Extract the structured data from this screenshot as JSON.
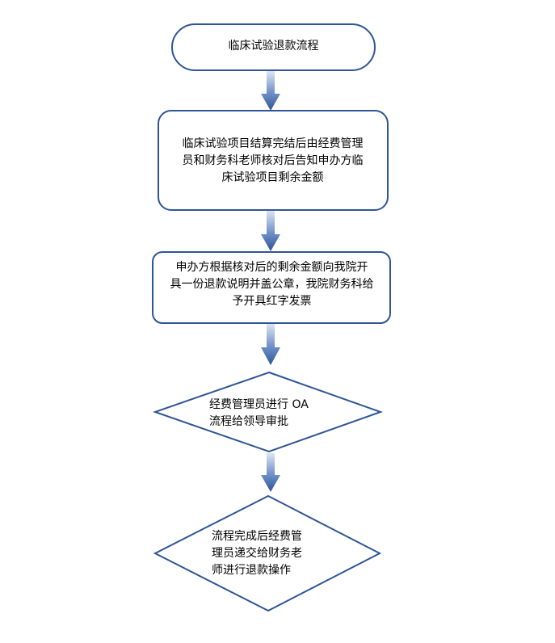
{
  "flowchart": {
    "start": {
      "text": "临床试验退款流程"
    },
    "step1": {
      "text": "临床试验项目结算完结后由经费管理\n员和财务科老师核对后告知申办方临\n床试验项目剩余金额"
    },
    "step2": {
      "text": "申办方根据核对后的剩余金额向我院开\n具一份退款说明并盖公章，我院财务科给\n予开具红字发票"
    },
    "decision1": {
      "text": "经费管理员进行 OA\n流程给领导审批"
    },
    "decision2": {
      "text": "流程完成后经费管\n理员递交给财务老\n师进行退款操作"
    }
  },
  "colors": {
    "node_border": "#2f5597",
    "arrow_dark": "#2f5597",
    "arrow_light": "#dbe5f5",
    "text": "#000000"
  }
}
